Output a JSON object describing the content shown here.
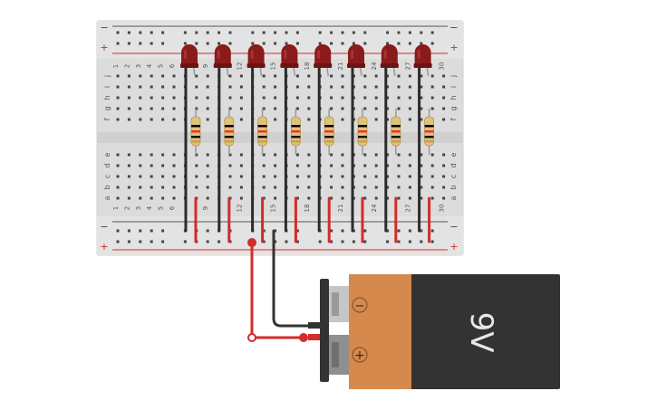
{
  "breadboard": {
    "rail_minus": "−",
    "rail_plus": "+",
    "row_labels_top": [
      "j",
      "i",
      "h",
      "g",
      "f"
    ],
    "row_labels_bottom": [
      "e",
      "d",
      "c",
      "b",
      "a"
    ],
    "column_numbers": [
      "1",
      "2",
      "3",
      "4",
      "5",
      "6",
      "9",
      "12",
      "15",
      "18",
      "21",
      "24",
      "27",
      "30"
    ]
  },
  "leds": {
    "count": 8,
    "color": "#8b1a1a"
  },
  "resistors": {
    "count": 8,
    "band_colors": [
      "#000000",
      "#e53c1e",
      "#111111",
      "#c8a04a"
    ]
  },
  "battery": {
    "label": "9V",
    "terminal_minus": "−",
    "terminal_plus": "+",
    "body_color": "#333333",
    "cap_color": "#d5894c"
  },
  "wires": {
    "positive_color": "#d42b2b",
    "negative_color": "#333333"
  }
}
